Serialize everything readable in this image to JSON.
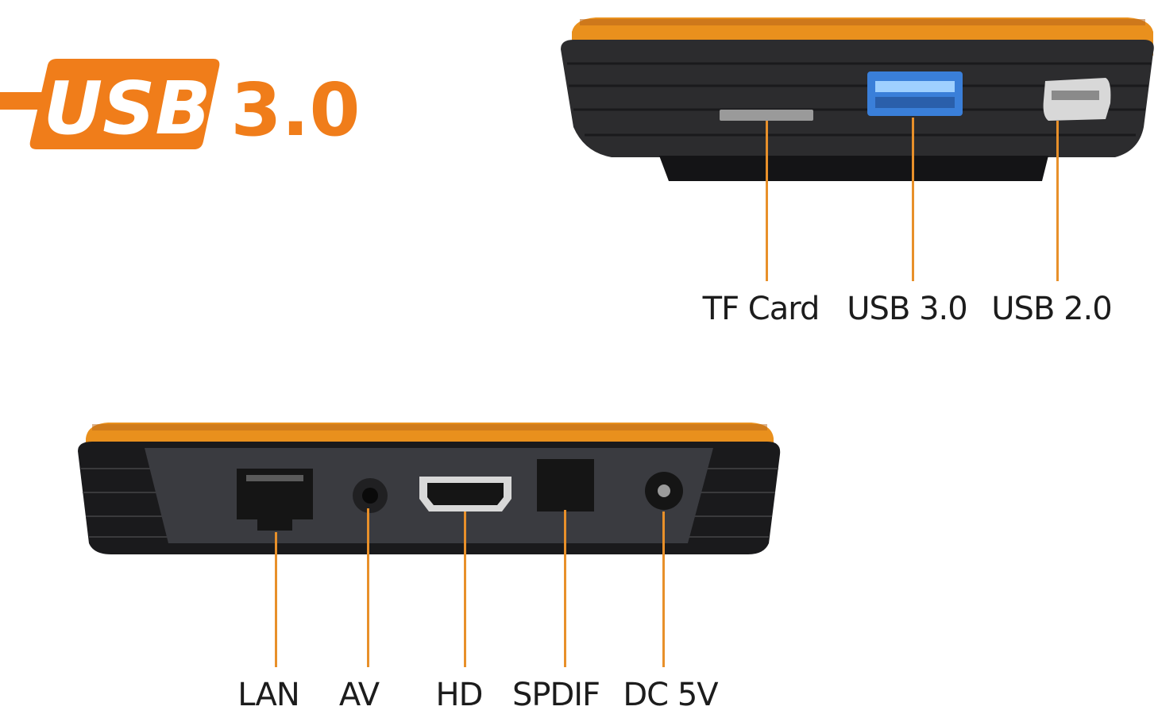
{
  "logo": {
    "usb_text": "USB",
    "version_text": "3.0"
  },
  "colors": {
    "accent": "#f07d1a",
    "callout_line": "#e8902a",
    "device_body": "#2c2c2e",
    "device_dark": "#141416",
    "device_top": "#e9901d",
    "usb3_blue": "#3a7fd9"
  },
  "top_device": {
    "ports": [
      {
        "id": "tf-card",
        "label": "TF Card"
      },
      {
        "id": "usb-3",
        "label": "USB 3.0"
      },
      {
        "id": "usb-2",
        "label": "USB 2.0"
      }
    ]
  },
  "bottom_device": {
    "ports": [
      {
        "id": "lan",
        "label": "LAN"
      },
      {
        "id": "av",
        "label": "AV"
      },
      {
        "id": "hd",
        "label": "HD"
      },
      {
        "id": "spdif",
        "label": "SPDIF"
      },
      {
        "id": "dc",
        "label": "DC 5V"
      }
    ]
  }
}
